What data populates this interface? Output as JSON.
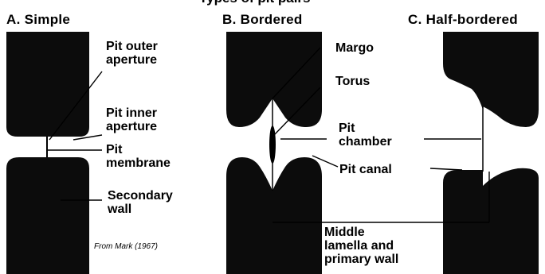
{
  "header_partial": "Types of pit pairs",
  "panels": [
    {
      "title": "A. Simple"
    },
    {
      "title": "B. Bordered"
    },
    {
      "title": "C. Half-bordered"
    }
  ],
  "labels": {
    "pit_outer_aperture_1": "Pit outer",
    "pit_outer_aperture_2": "aperture",
    "pit_inner_aperture_1": "Pit inner",
    "pit_inner_aperture_2": "aperture",
    "pit_membrane_1": "Pit",
    "pit_membrane_2": "membrane",
    "secondary_wall_1": "Secondary",
    "secondary_wall_2": "wall",
    "margo": "Margo",
    "torus": "Torus",
    "pit_chamber_1": "Pit",
    "pit_chamber_2": "chamber",
    "pit_canal": "Pit canal",
    "middle_lamella_1": "Middle",
    "middle_lamella_2": "lamella and",
    "middle_lamella_3": "primary wall"
  },
  "credit": "From Mark (1967)"
}
